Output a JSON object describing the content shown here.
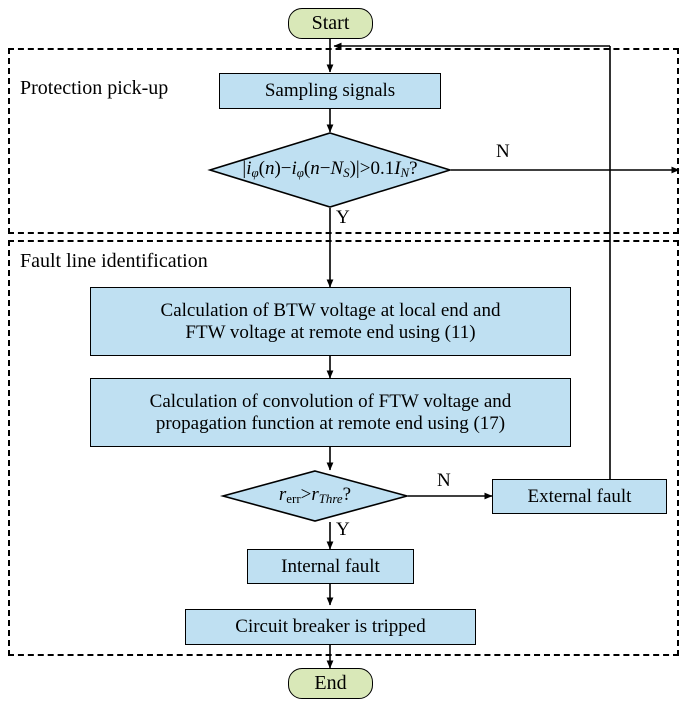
{
  "diagram": {
    "title_start": "Start",
    "title_end": "End",
    "sections": [
      {
        "label": "Protection pick-up"
      },
      {
        "label": "Fault line identification"
      }
    ],
    "nodes": {
      "sampling": "Sampling signals",
      "calc_btw_line1": "Calculation of BTW voltage at local end and",
      "calc_btw_line2": "FTW voltage at remote end using (11)",
      "calc_conv_line1": "Calculation of convolution of FTW voltage and",
      "calc_conv_line2": "propagation function at remote end using (17)",
      "external_fault": "External fault",
      "internal_fault": "Internal fault",
      "circuit_breaker": "Circuit breaker is tripped"
    },
    "decisions": {
      "current_test": "|iφ(n)−iφ(n−N_S)|>0.1I_N?",
      "ratio_test": "r_err>r_Thre?"
    },
    "branch_labels": {
      "d1_no": "N",
      "d1_yes": "Y",
      "d2_no": "N",
      "d2_yes": "Y"
    },
    "colors": {
      "process_fill": "#bfe0f2",
      "terminal_fill": "#d9e8b8",
      "stroke": "#000000"
    }
  }
}
